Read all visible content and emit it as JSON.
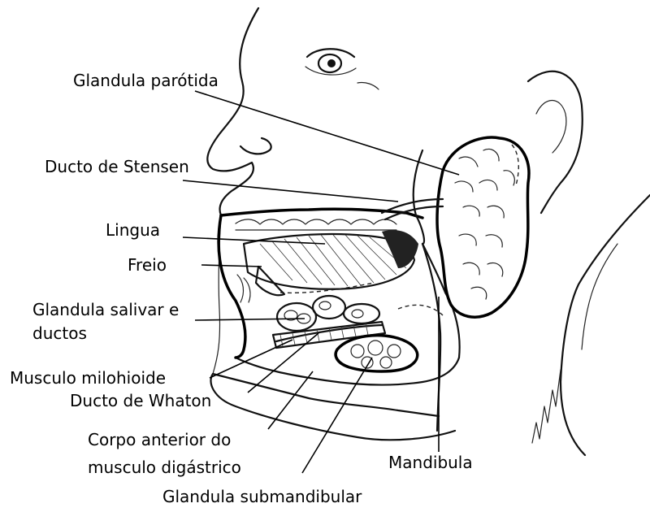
{
  "labels": {
    "parotid": "Glandula parótida",
    "stensen": "Ducto de Stensen",
    "tongue": "Lingua",
    "frenum": "Freio",
    "salivary_line1": "Glandula salivar e",
    "salivary_line2": "ductos",
    "mylohyoid": "Musculo milohioide",
    "wharton": "Ducto de Whaton",
    "digastric_line1": "Corpo anterior do",
    "digastric_line2": "musculo digástrico",
    "mandible": "Mandibula",
    "submandibular": "Glandula submandibular"
  }
}
